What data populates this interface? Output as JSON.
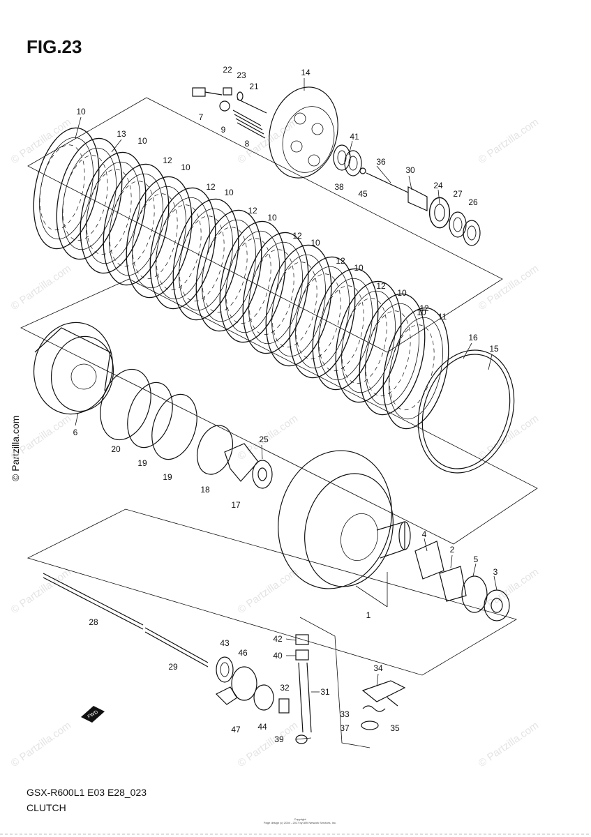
{
  "figure": {
    "title": "FIG.23",
    "model_code": "GSX-R600L1 E03 E28_023",
    "section": "CLUTCH",
    "copyright_line1": "Copyright",
    "copyright_line2": "Page design (c) 2004 - 2017 by ARI Network Services, Inc."
  },
  "watermark": {
    "text": "© Partzilla.com",
    "side_text": "© Partzilla.com"
  },
  "fwd_badge": {
    "text": "FWD"
  },
  "callouts": {
    "c1": "1",
    "c2": "2",
    "c3": "3",
    "c4": "4",
    "c5": "5",
    "c6": "6",
    "c7": "7",
    "c8": "8",
    "c9": "9",
    "c10a": "10",
    "c10b": "10",
    "c10c": "10",
    "c10d": "10",
    "c10e": "10",
    "c10f": "10",
    "c10g": "10",
    "c10h": "10",
    "c10i": "10",
    "c11": "11",
    "c12a": "12",
    "c12b": "12",
    "c12c": "12",
    "c12d": "12",
    "c12e": "12",
    "c12f": "12",
    "c12g": "12",
    "c13": "13",
    "c14": "14",
    "c15": "15",
    "c16": "16",
    "c17": "17",
    "c18": "18",
    "c19a": "19",
    "c19b": "19",
    "c20": "20",
    "c21": "21",
    "c22": "22",
    "c23": "23",
    "c24": "24",
    "c25": "25",
    "c26": "26",
    "c27": "27",
    "c28": "28",
    "c29": "29",
    "c30": "30",
    "c31": "31",
    "c32": "32",
    "c33": "33",
    "c34": "34",
    "c35": "35",
    "c36": "36",
    "c37": "37",
    "c38": "38",
    "c39": "39",
    "c40": "40",
    "c41": "41",
    "c42": "42",
    "c43": "43",
    "c44": "44",
    "c45": "45",
    "c46": "46",
    "c47": "47"
  }
}
